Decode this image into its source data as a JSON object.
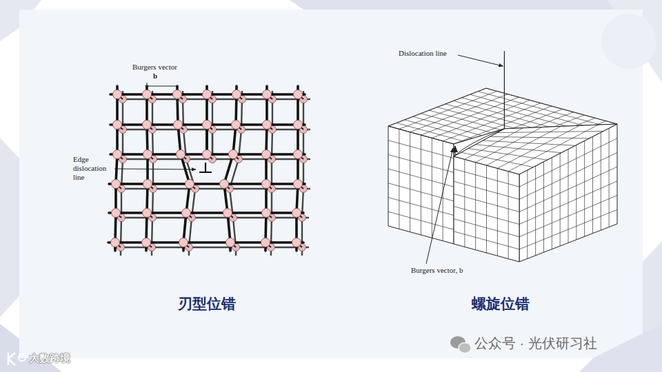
{
  "diagram": {
    "labels": [
      "Burgers vector",
      "b",
      "Edge dislocation line",
      "Dislocation line",
      "Burgers vector, b",
      "刃型位错",
      "螺旋位错",
      "公众号 · 光伏研习社",
      "大数跨境"
    ]
  }
}
